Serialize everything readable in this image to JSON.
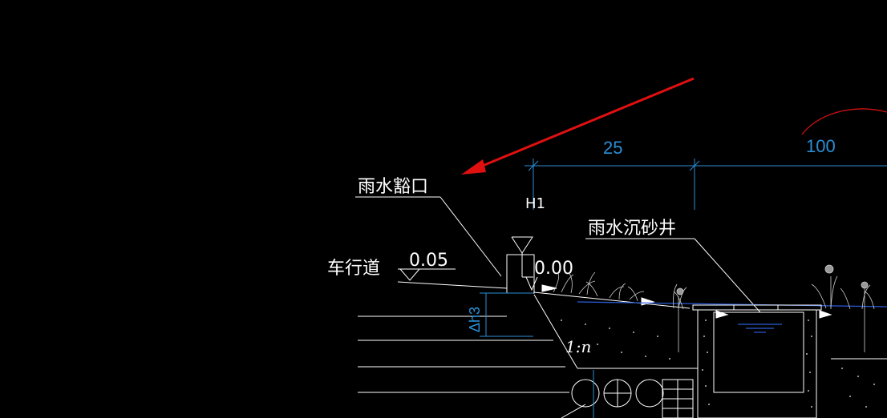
{
  "labels": {
    "rain_inlet": "雨水豁口",
    "roadway": "车行道",
    "roadway_elevation": "0.05",
    "curb_height": "H1",
    "curb_elevation": "0.00",
    "settling_well": "雨水沉砂井",
    "slope": "1:n",
    "delta_h": "Δh3"
  },
  "dimensions": {
    "width_1": "25",
    "width_2": "100"
  },
  "colors": {
    "background": "#000000",
    "linework": "#ffffff",
    "dimension": "#2a8fd6",
    "revision_cloud": "#e01010",
    "annotation_arrow": "#e01010"
  }
}
